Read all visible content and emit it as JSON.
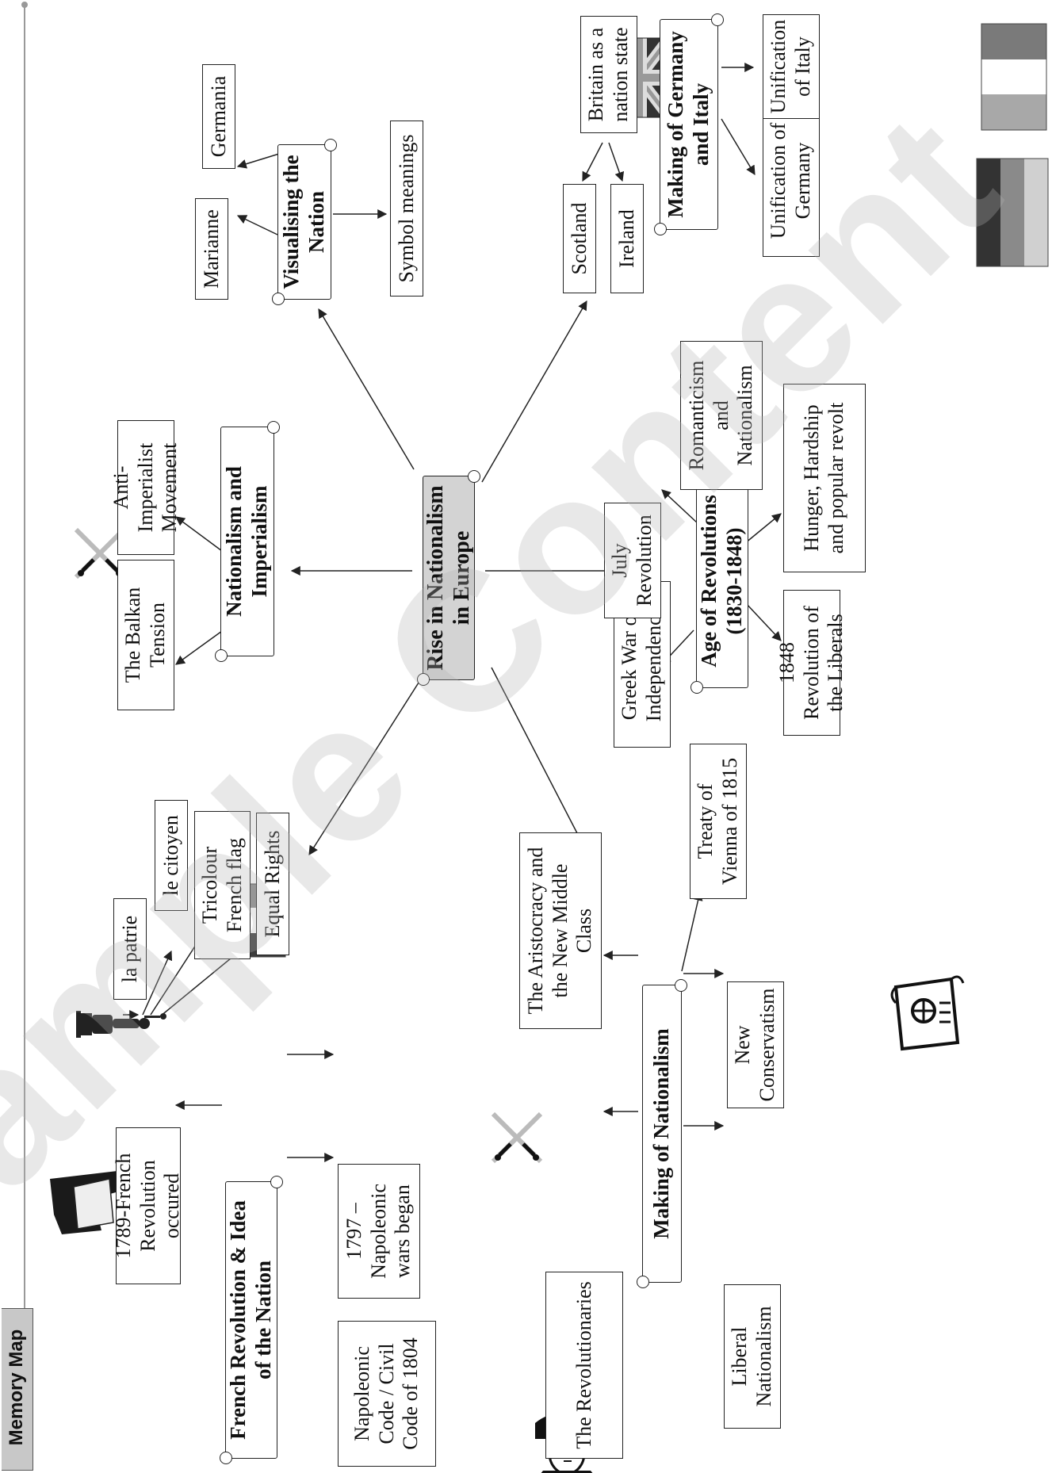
{
  "header": {
    "title": "Memory Map"
  },
  "watermark": "Sample Content",
  "center": {
    "label": "Rise in Nationalism in Europe"
  },
  "branches": {
    "french_revolution": {
      "title": "French Revolution & Idea of the Nation",
      "items": [
        "1789-French Revolution occured",
        "1797 – Napoleonic wars began",
        "Napoleonic Code / Civil Code of 1804",
        "la patrie",
        "le citoyen",
        "Tricolour French flag",
        "Equal Rights"
      ]
    },
    "making_of_nationalism": {
      "title": "Making of Nationalism",
      "items": [
        "The Aristocracy and the New Middle Class",
        "Treaty of Vienna of 1815",
        "New Conservatism",
        "The Revolutionaries",
        "Liberal Nationalism"
      ]
    },
    "nationalism_imperialism": {
      "title": "Nationalism and Imperialism",
      "items": [
        "The Balkan Tension",
        "Anti-Imperialist Movement"
      ]
    },
    "age_of_revolutions": {
      "title": "Age of Revolutions (1830-1848)",
      "items": [
        "Greek War of Independence",
        "July Revolution",
        "Romanticism and Nationalism",
        "Hunger, Hardship and popular revolt",
        "1848 Revolution of the Liberals"
      ]
    },
    "visualising_nation": {
      "title": "Visualising the Nation",
      "items": [
        "Marianne",
        "Germania",
        "Symbol meanings"
      ]
    },
    "britain": {
      "title": "Britain as a nation state",
      "items": [
        "Scotland",
        "Ireland"
      ]
    },
    "germany_italy": {
      "title": "Making of Germany and Italy",
      "items": [
        "Unification of Germany",
        "Unification of Italy"
      ]
    }
  },
  "icons": [
    "liberty-statue-icon",
    "flag-waver-icon",
    "napoleon-portrait-icon",
    "treaty-scroll-icon",
    "crossed-swords-icon",
    "union-jack-flag-icon",
    "french-flag-icon",
    "german-flag-icon",
    "italian-flag-icon"
  ],
  "colors": {
    "center_fill": "#d3d3d3",
    "line": "#222222",
    "watermark": "#b4b4b4",
    "tab": "#c8c8c8"
  }
}
